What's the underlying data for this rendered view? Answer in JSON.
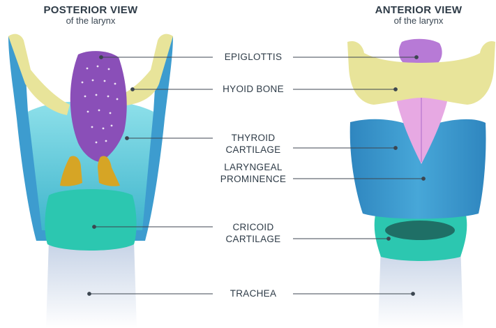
{
  "headings": {
    "posterior": {
      "title": "POSTERIOR VIEW",
      "subtitle": "of the larynx"
    },
    "anterior": {
      "title": "ANTERIOR VIEW",
      "subtitle": "of the larynx"
    }
  },
  "labels": {
    "epiglottis": "EPIGLOTTIS",
    "hyoid": "HYOID BONE",
    "thyroid_line1": "THYROID",
    "thyroid_line2": "CARTILAGE",
    "prominence_line1": "LARYNGEAL",
    "prominence_line2": "PROMINENCE",
    "cricoid_line1": "CRICOID",
    "cricoid_line2": "CARTILAGE",
    "trachea": "TRACHEA"
  },
  "colors": {
    "epiglottis": "#8a4fb8",
    "hyoid": "#e8e49a",
    "thyroid": "#3d9ccf",
    "cricoid": "#2cc7b0",
    "arytenoid": "#d6a525",
    "trachea": "#c9d4e6",
    "leader_line": "#3c4650"
  }
}
